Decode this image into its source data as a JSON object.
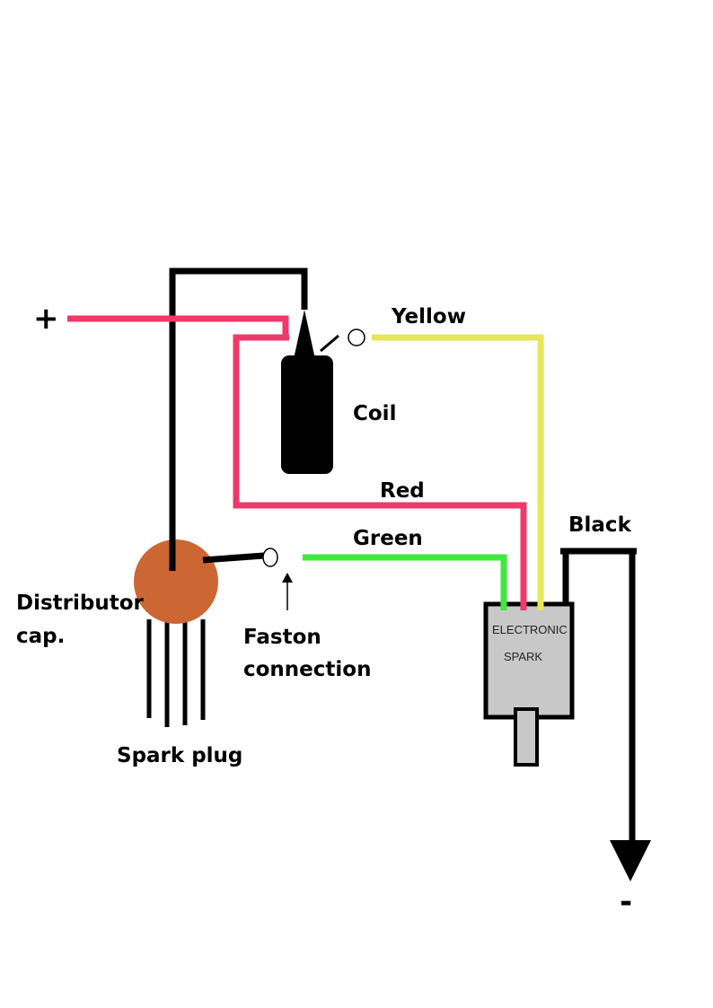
{
  "labels": {
    "plus": "+",
    "minus": "-",
    "yellow": "Yellow",
    "coil": "Coil",
    "red": "Red",
    "green": "Green",
    "black": "Black",
    "distributor_line1": "Distributor",
    "distributor_line2": "cap.",
    "faston_line1": "Faston",
    "faston_line2": "connection",
    "spark_plug": "Spark plug",
    "module_line1": "ELECTRONIC",
    "module_line2": "SPARK"
  },
  "colors": {
    "red_wire": "#f0386b",
    "yellow_wire": "#e6e65a",
    "green_wire": "#3ee83e",
    "black_wire": "#000000",
    "distributor_cap": "#cc6633",
    "module_body": "#c8c8c8"
  }
}
